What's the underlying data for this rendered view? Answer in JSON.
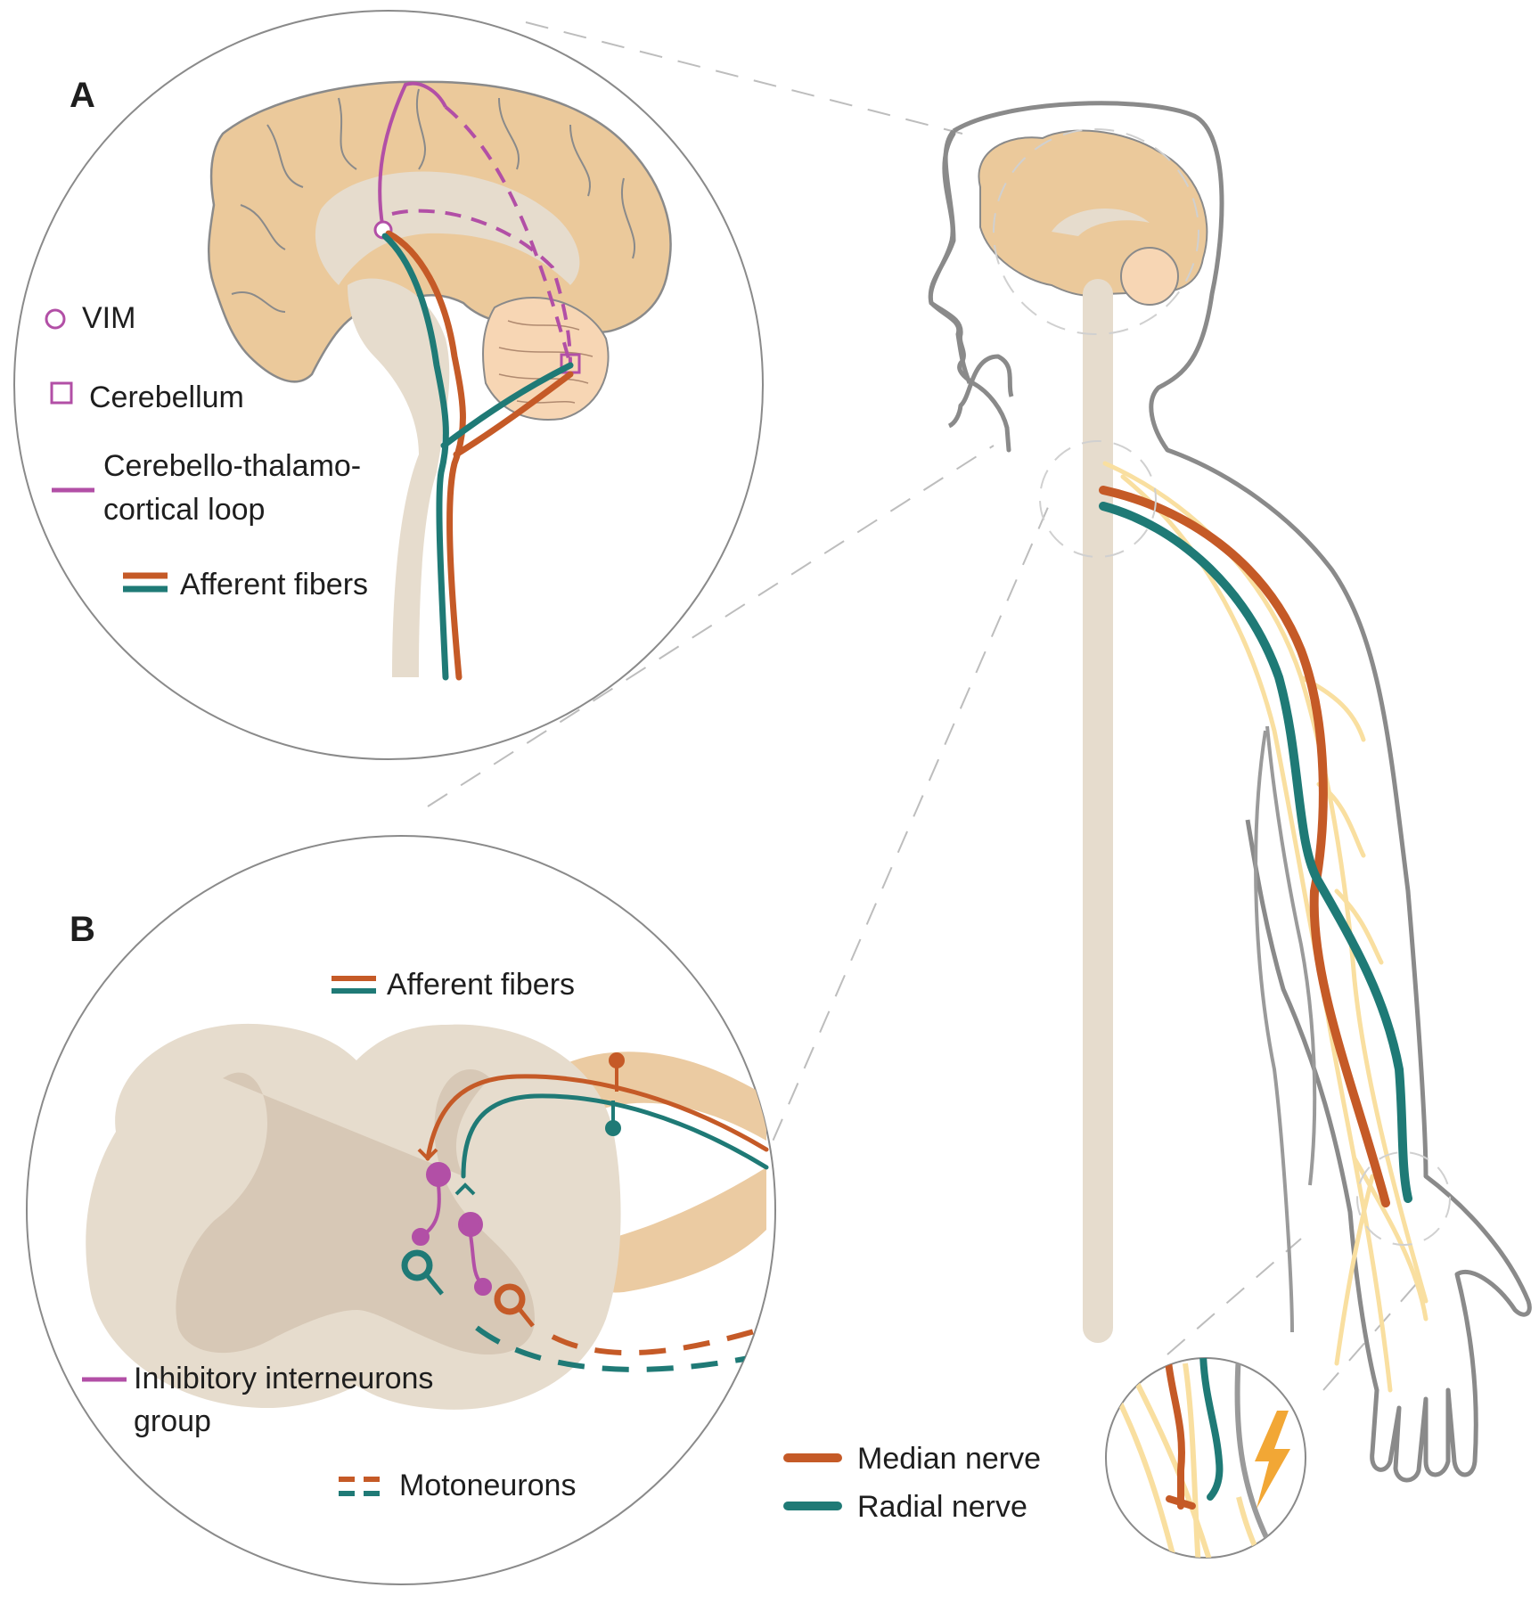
{
  "panels": {
    "a": "A",
    "b": "B"
  },
  "legend_a": {
    "vim": "VIM",
    "cerebellum": "Cerebellum",
    "loop_line1": "Cerebello-thalamo-",
    "loop_line2": "cortical loop",
    "afferent": "Afferent fibers"
  },
  "legend_b": {
    "afferent": "Afferent fibers",
    "inhibitory_line1": "Inhibitory interneurons",
    "inhibitory_line2": "group",
    "motoneurons": "Motoneurons"
  },
  "legend_nerves": {
    "median": "Median nerve",
    "radial": "Radial nerve"
  },
  "colors": {
    "median": "#c55a27",
    "radial": "#1f7a76",
    "loop": "#b24fa6",
    "brain": "#ebc99b",
    "cerebellum": "#f7d6b4",
    "cord": "#e6dccd",
    "grey_matter": "#d7c8b6",
    "root": "#ebcba2",
    "nerve_fine": "#f9dfa0",
    "outline": "#8a8a8a",
    "lightning": "#f2a735"
  },
  "icons": [
    "lightning-bolt-icon"
  ]
}
